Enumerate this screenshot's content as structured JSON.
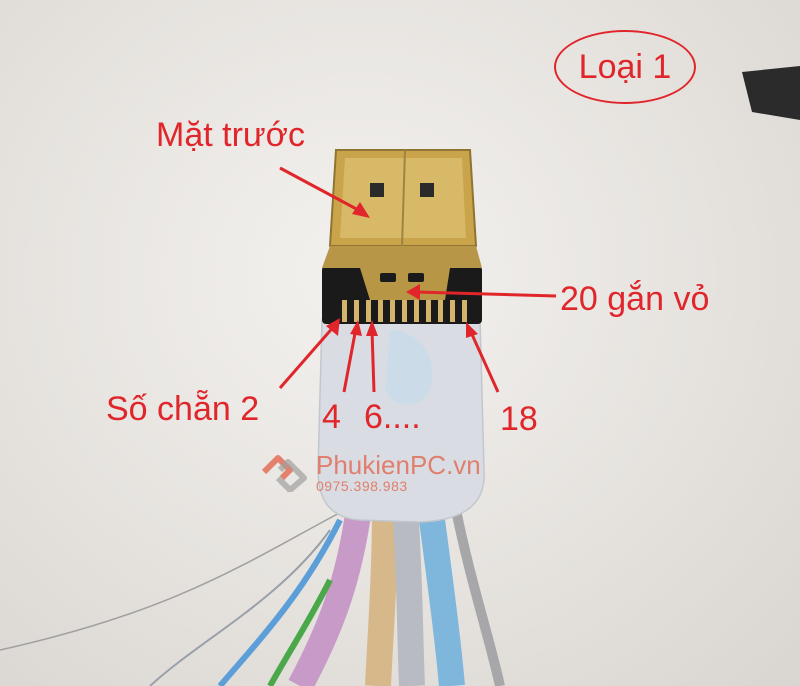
{
  "badge": {
    "text": "Loại 1"
  },
  "labels": {
    "front": "Mặt trước",
    "shell": "20 gắn vỏ",
    "even": "Số chẵn 2",
    "four": "4",
    "six": "6....",
    "eighteen": "18"
  },
  "watermark": {
    "brand": "PhukienPC.vn",
    "phone": "0975.398.983"
  },
  "colors": {
    "annotation": "#e0262b",
    "connector_gold": "#c9a44a",
    "housing": "#1a1a1a"
  }
}
